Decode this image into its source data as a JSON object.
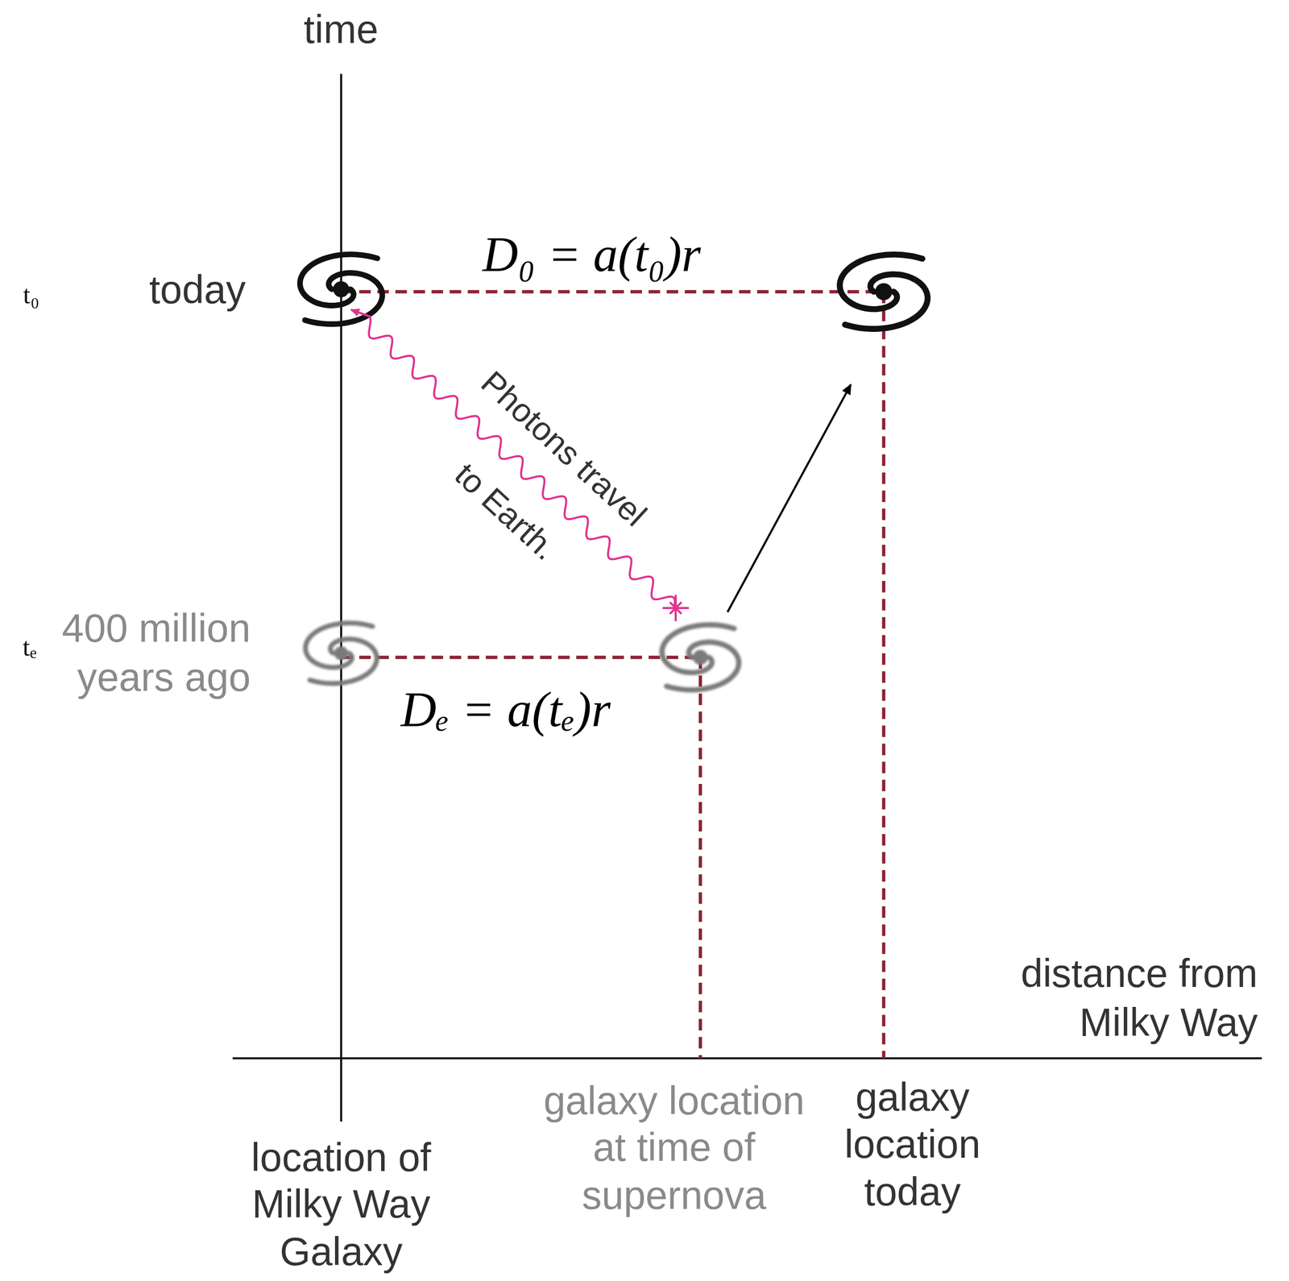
{
  "diagram": {
    "labels": [
      "time",
      "t₀",
      "today",
      "tₑ",
      "400 million years ago",
      "D₀ = a(t₀)r",
      "Dₑ = a(tₑ)r",
      "Photons travel to Earth.",
      "distance from Milky Way",
      "location of Milky Way Galaxy",
      "galaxy location at time of supernova",
      "galaxy location today"
    ]
  }
}
